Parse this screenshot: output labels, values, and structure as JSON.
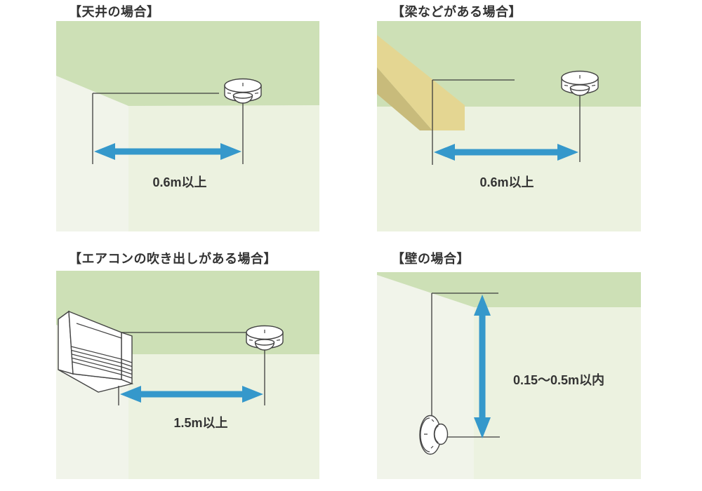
{
  "colors": {
    "ceiling": "#cde0b6",
    "wall_back": "#ecf2e0",
    "wall_side": "#f1f4ea",
    "beam_light": "#e4d692",
    "beam_dark": "#c8bb7b",
    "arrow_blue": "#3598cb",
    "line_dark": "#3c3c3c",
    "device_line": "#444444",
    "device_fill": "#ffffff",
    "text": "#333333"
  },
  "panels": [
    {
      "id": "ceiling-case",
      "title": "【天井の場合】",
      "measurement": "0.6m以上"
    },
    {
      "id": "beam-case",
      "title": "【梁などがある場合】",
      "measurement": "0.6m以上"
    },
    {
      "id": "aircon-case",
      "title": "【エアコンの吹き出しがある場合】",
      "measurement": "1.5m以上"
    },
    {
      "id": "wall-case",
      "title": "【壁の場合】",
      "measurement": "0.15〜0.5m以内"
    }
  ]
}
